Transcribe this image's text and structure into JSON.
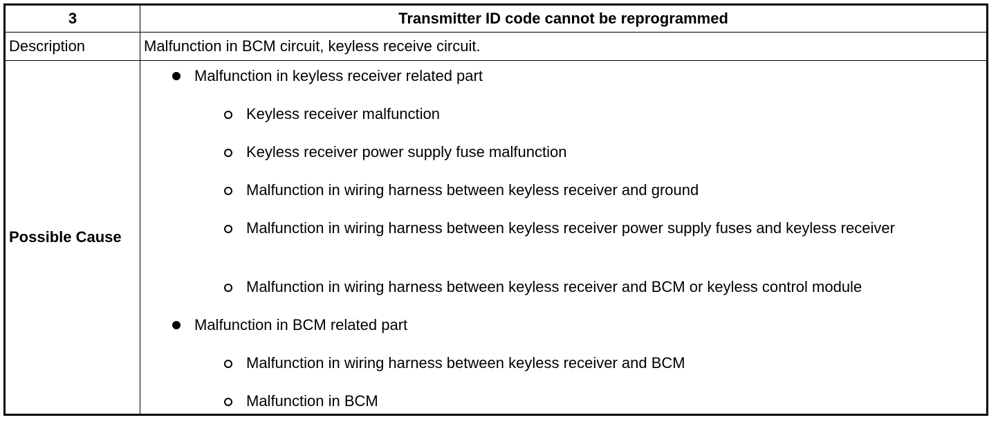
{
  "table": {
    "header": {
      "number": "3",
      "title": "Transmitter ID code cannot be reprogrammed"
    },
    "description": {
      "label": "Description",
      "text": "Malfunction in BCM circuit, keyless receive circuit."
    },
    "possible_cause": {
      "label": "Possible Cause",
      "groups": [
        {
          "title": "Malfunction in keyless receiver related part",
          "items": [
            "Keyless receiver malfunction",
            "Keyless receiver power supply fuse malfunction",
            "Malfunction in wiring harness between keyless receiver and ground",
            "Malfunction in wiring harness between keyless receiver power supply fuses and keyless receiver",
            "Malfunction in wiring harness between keyless receiver and BCM or keyless control module"
          ]
        },
        {
          "title": "Malfunction in BCM related part",
          "items": [
            "Malfunction in wiring harness between keyless receiver and BCM",
            "Malfunction in BCM"
          ]
        }
      ]
    }
  }
}
